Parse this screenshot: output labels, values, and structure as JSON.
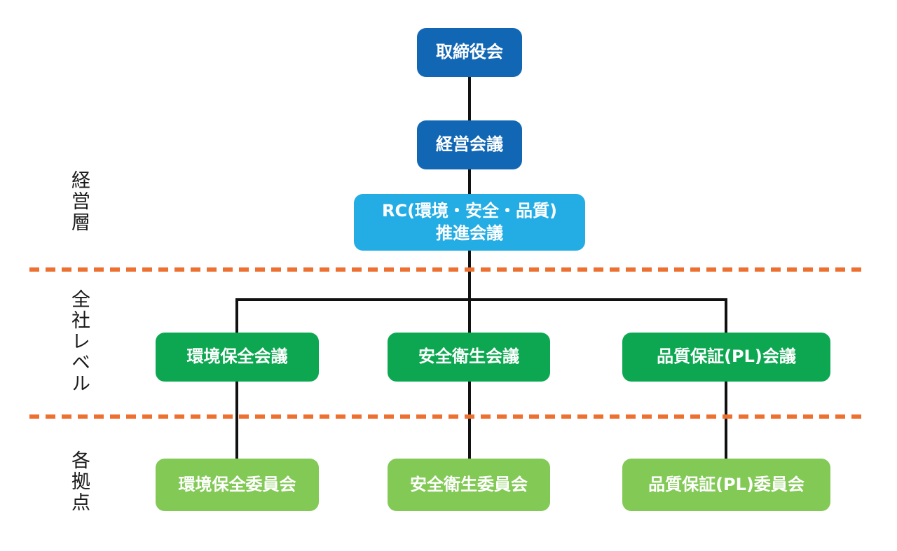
{
  "diagram": {
    "type": "org-chart",
    "layers": [
      {
        "id": "management-layer",
        "label": "経営層"
      },
      {
        "id": "company-wide-level",
        "label": "全社レベル"
      },
      {
        "id": "each-site",
        "label": "各拠点"
      }
    ],
    "nodes": {
      "board": {
        "label": "取締役会"
      },
      "management_meeting": {
        "label": "経営会議"
      },
      "rc_promotion": {
        "label_line1": "RC(環境・安全・品質)",
        "label_line2": "推進会議"
      },
      "environment_meeting": {
        "label": "環境保全会議"
      },
      "safety_meeting": {
        "label": "安全衛生会議"
      },
      "quality_meeting": {
        "label": "品質保証(PL)会議"
      },
      "environment_committee": {
        "label": "環境保全委員会"
      },
      "safety_committee": {
        "label": "安全衛生委員会"
      },
      "quality_committee": {
        "label": "品質保証(PL)委員会"
      }
    },
    "colors": {
      "dark_blue": "#1267b4",
      "light_blue": "#23ade4",
      "green": "#0ca750",
      "light_green": "#82c956",
      "dashed_line": "#ed7031",
      "connector": "#111111",
      "box_text": "#ffffff",
      "label_text": "#1a1a1a"
    }
  }
}
